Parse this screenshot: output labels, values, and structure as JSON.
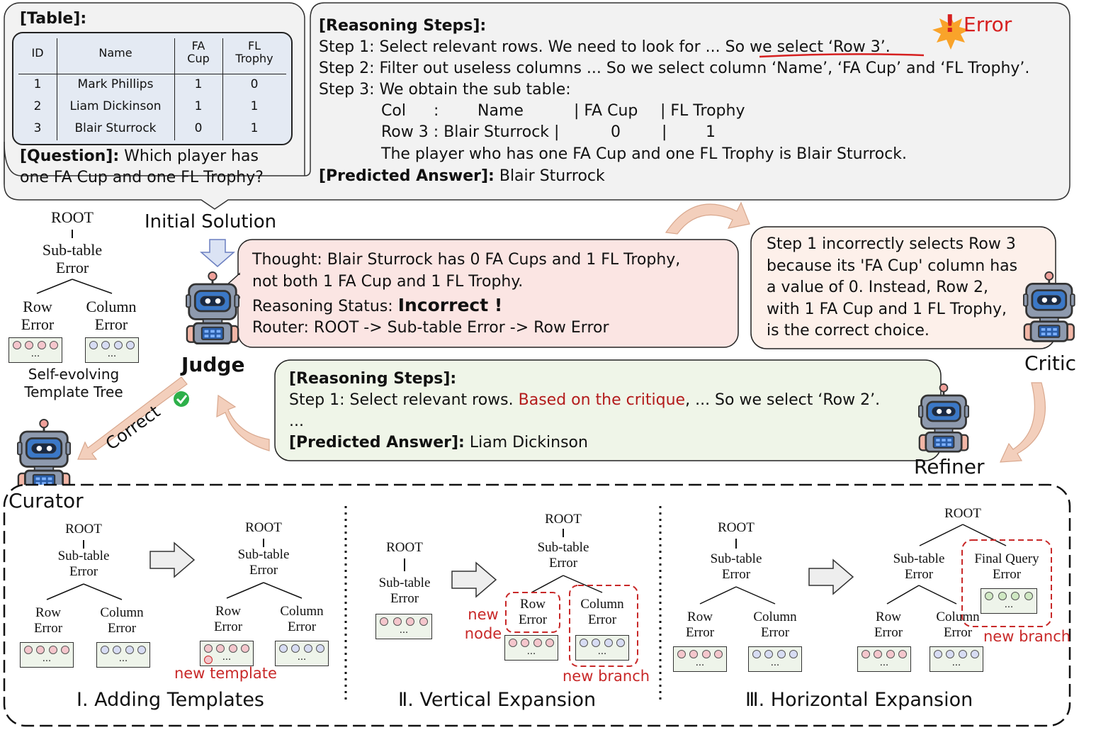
{
  "input_panel": {
    "table_heading": "[Table]:",
    "table_header": [
      "ID",
      "Name",
      "FA\nCup",
      "FL\nTrophy"
    ],
    "table_rows": [
      [
        "1",
        "Mark Phillips",
        "1",
        "0"
      ],
      [
        "2",
        "Liam Dickinson",
        "1",
        "1"
      ],
      [
        "3",
        "Blair Sturrock",
        "0",
        "1"
      ]
    ],
    "question_label": "[Question]:",
    "question_line1": " Which player has",
    "question_line2": "one FA Cup and one FL Trophy?"
  },
  "reasoning_panel": {
    "heading": "[Reasoning Steps]:",
    "step1_prefix": "Step 1: Select relevant rows. We need to look for ... ",
    "step1_error_text": "So we select ‘Row 3’",
    "step1_suffix": ".",
    "step2": "Step 2: Filter out useless columns ... So we select column ‘Name’, ‘FA Cup’ and ‘FL Trophy’.",
    "step3": "Step 3: We obtain the sub table:",
    "sub_col_label": "Col",
    "sub_col_sep": ":",
    "sub_col_name": "Name",
    "sub_col_fa": "| FA Cup",
    "sub_col_fl": "| FL Trophy",
    "sub_row_label": "Row 3 : Blair Sturrock |",
    "sub_row_fa": "0",
    "sub_row_sep": "|",
    "sub_row_fl": "1",
    "conclusion": "The player who has one FA Cup and one FL Trophy is Blair Sturrock.",
    "answer_label": "[Predicted Answer]:",
    "answer_value": " Blair Sturrock",
    "error_badge": "Error",
    "error_mark": "!"
  },
  "labels": {
    "initial_solution": "Initial Solution",
    "judge": "Judge",
    "critic": "Critic",
    "refiner": "Refiner",
    "curator": "Curator",
    "correct": "Correct"
  },
  "judge_box": {
    "thought": "Thought: Blair Sturrock has 0 FA Cups and 1 FL Trophy,",
    "thought2": "not both 1 FA Cup and 1 FL Trophy.",
    "status_label": "Reasoning Status: ",
    "status_value": "Incorrect !",
    "router": "Router: ROOT -> Sub-table Error -> Row Error"
  },
  "critic_box": {
    "lines": [
      "Step 1 incorrectly selects Row 3",
      "because its 'FA Cup' column has",
      "a value of 0. Instead, Row 2,",
      "with 1 FA Cup and 1 FL Trophy,",
      "is the correct choice."
    ]
  },
  "refiner_box": {
    "heading": "[Reasoning Steps]:",
    "step1_prefix": "Step 1: Select relevant rows. ",
    "step1_highlight": "Based on the critique",
    "step1_suffix": ", ... So we select ‘Row 2’.",
    "ellipsis": "...",
    "answer_label": "[Predicted Answer]:",
    "answer_value": " Liam Dickinson"
  },
  "template_tree": {
    "root": "ROOT",
    "sub_table": "Sub-table\nError",
    "row_error": "Row\nError",
    "column_error": "Column\nError",
    "caption": "Self-evolving\nTemplate Tree",
    "ellipsis": "..."
  },
  "bottom": {
    "root": "ROOT",
    "sub_table": "Sub-table\nError",
    "row_error": "Row\nError",
    "column_error": "Column\nError",
    "final_query": "Final Query\nError",
    "ellipsis": "...",
    "new_template": "new template",
    "new_node": "new\nnode",
    "new_branch": "new branch",
    "titles": [
      "Ⅰ. Adding Templates",
      "Ⅱ. Vertical Expansion",
      "Ⅲ. Horizontal Expansion"
    ]
  },
  "colors": {
    "error_red": "#d62020",
    "critique_red": "#b31b1b",
    "judge_box_bg": "#fbe5e3",
    "critic_box_bg": "#fdf0ea",
    "refiner_box_bg": "#eff5e8",
    "panel_bg": "#f2f2f2",
    "table_bg": "#e4eaf3",
    "bottom_bg": "#eef3fa",
    "robot_body": "#8e9aae",
    "robot_face": "#3b78c7",
    "arrow_fill": "#f3cfbc",
    "pink_dot": "#f4c6cc",
    "blue_dot": "#d7dcf3",
    "green_dot": "#cfe8c2",
    "correct_green": "#2db04a"
  }
}
